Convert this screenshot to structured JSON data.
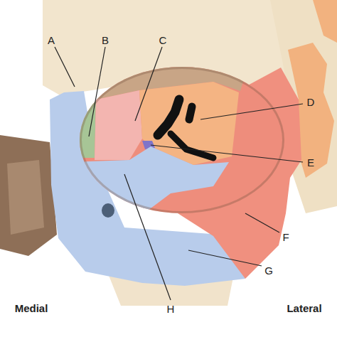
{
  "diagram": {
    "labels": [
      "A",
      "B",
      "C",
      "D",
      "E",
      "F",
      "G",
      "H",
      "Medial",
      "Lateral"
    ]
  }
}
